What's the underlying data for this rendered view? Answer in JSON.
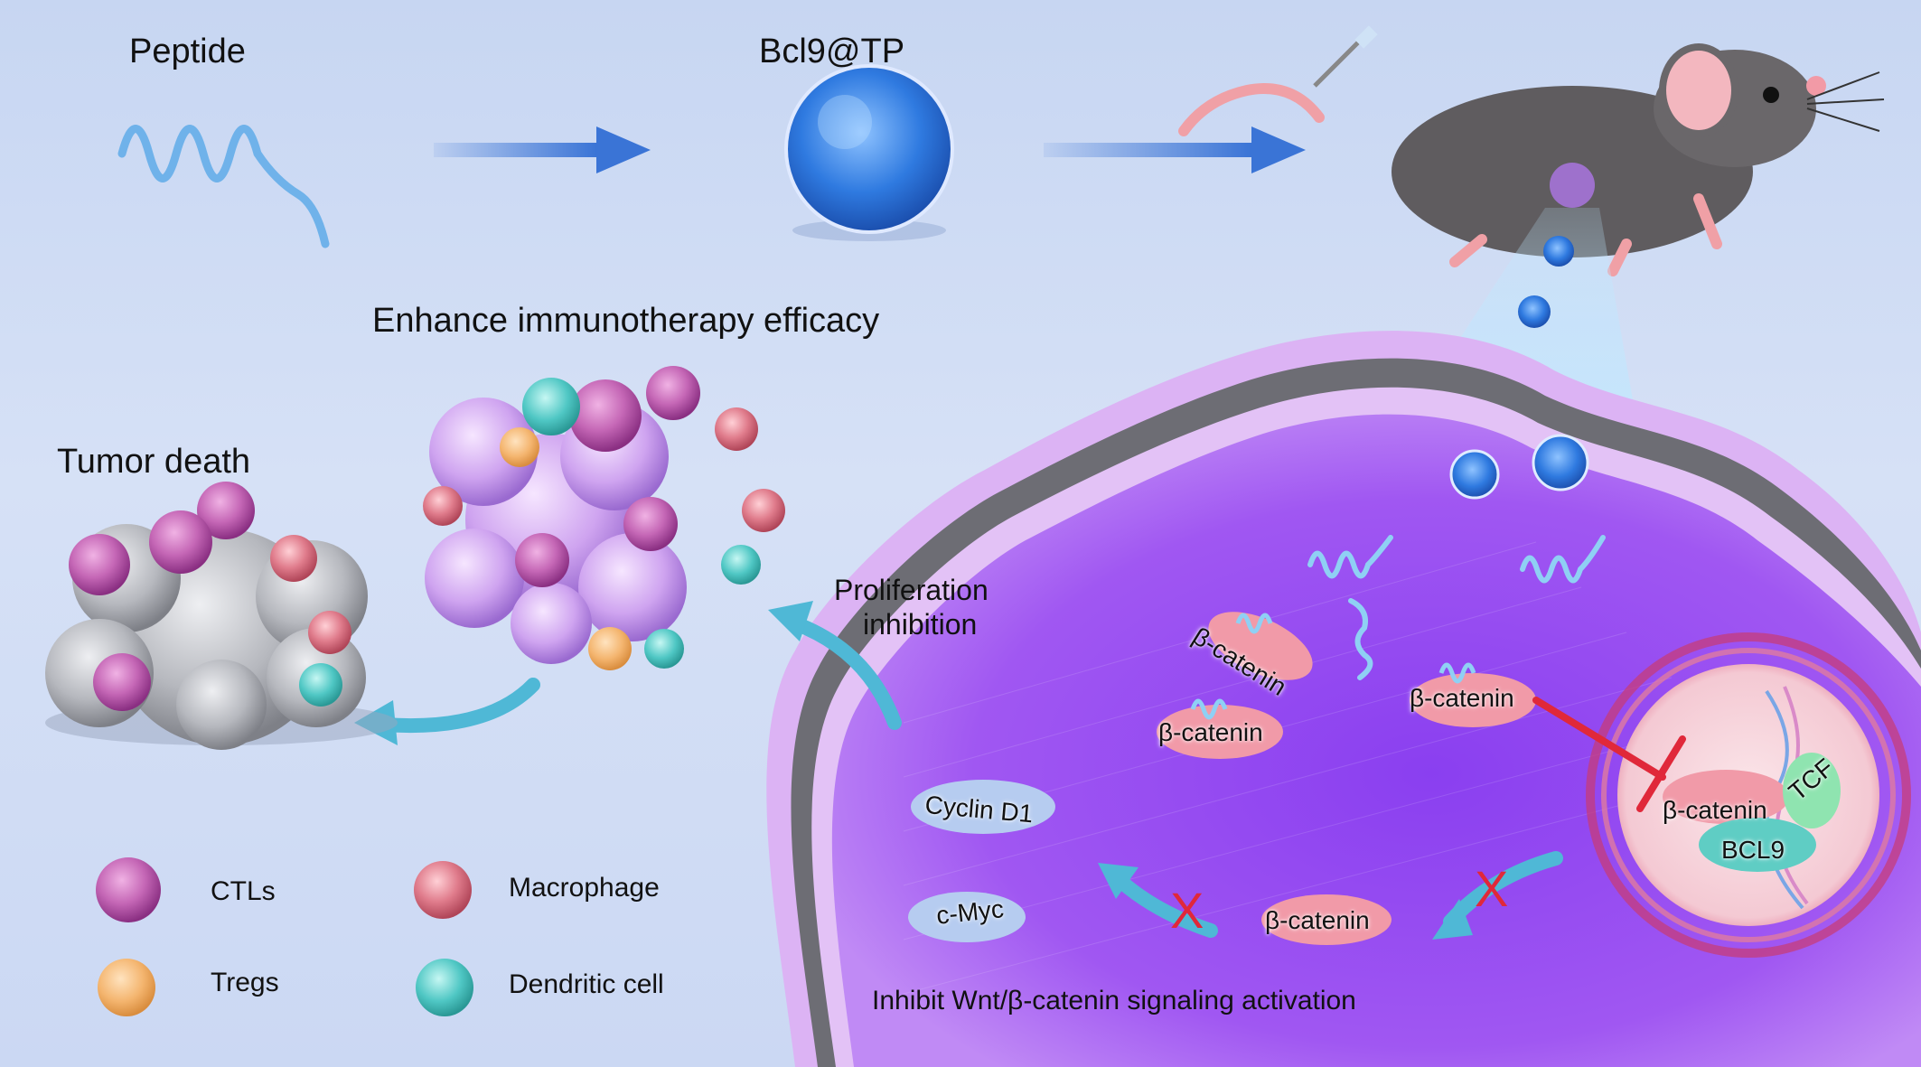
{
  "process": {
    "peptide_label": "Peptide",
    "nanoparticle_label": "Bcl9@TP",
    "outcome_label": "Enhance immunotherapy efficacy",
    "tumor_death_label": "Tumor death",
    "proliferation_label_line1": "Proliferation",
    "proliferation_label_line2": "inhibition"
  },
  "cell": {
    "beta_catenin_1": "β-catenin",
    "beta_catenin_2": "β-catenin",
    "beta_catenin_3": "β-catenin",
    "beta_catenin_4": "β-catenin",
    "nucleus_beta_catenin": "β-catenin",
    "nucleus_tcf": "TCF",
    "nucleus_bcl9": "BCL9",
    "cyclin_d1": "Cyclin D1",
    "c_myc": "c-Myc",
    "pathway_caption": "Inhibit Wnt/β-catenin signaling activation",
    "block_mark": "X"
  },
  "legend": {
    "items": [
      {
        "label": "CTLs",
        "color": "#b14fa8"
      },
      {
        "label": "Macrophage",
        "color": "#d9677a"
      },
      {
        "label": "Tregs",
        "color": "#f3b878"
      },
      {
        "label": "Dendritic cell",
        "color": "#4fc7c4"
      }
    ]
  },
  "colors": {
    "background": "#cfdcf4",
    "arrow_blue": "#3a74d6",
    "arrow_teal": "#4fb8d6",
    "cytoplasm_purple": "#9a4df0",
    "membrane_pink": "#e6b6f2",
    "nucleus_pink": "#f6d6dc",
    "inhibit_red": "#e0283a",
    "protein_pink": "#f19aa8",
    "protein_blue": "#a9c4ee"
  }
}
